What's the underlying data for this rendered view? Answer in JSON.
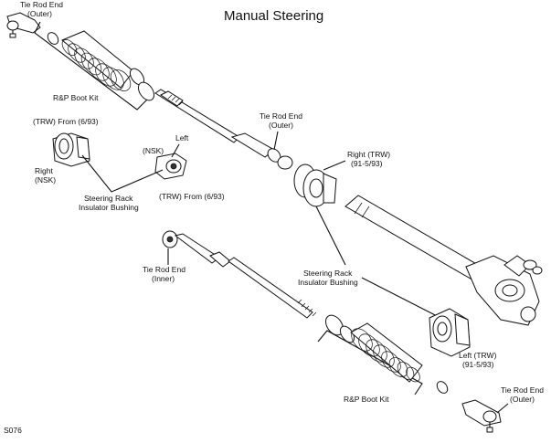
{
  "title": "Manual Steering",
  "figure_code": "S076",
  "labels": {
    "tie_rod_outer_top": [
      "Tie Rod End",
      "(Outer)"
    ],
    "rp_boot_kit_top": "R&P Boot Kit",
    "trw_from_left": "(TRW) From (6/93)",
    "right_nsk": [
      "Right",
      "(NSK)"
    ],
    "left_nsk": [
      "Left",
      "(NSK)"
    ],
    "steering_rack_bushing_left": [
      "Steering Rack",
      "Insulator Bushing"
    ],
    "trw_from_right": "(TRW) From (6/93)",
    "tie_rod_outer_mid": [
      "Tie Rod End",
      "(Outer)"
    ],
    "right_trw": [
      "Right (TRW)",
      "(91-5/93)"
    ],
    "tie_rod_inner": [
      "Tie Rod End",
      "(Inner)"
    ],
    "steering_rack_bushing_center": [
      "Steering Rack",
      "Insulator Bushing"
    ],
    "left_trw": [
      "Left (TRW)",
      "(91-5/93)"
    ],
    "rp_boot_kit_bottom": "R&P Boot Kit",
    "tie_rod_outer_bottom": [
      "Tie Rod End",
      "(Outer)"
    ]
  }
}
